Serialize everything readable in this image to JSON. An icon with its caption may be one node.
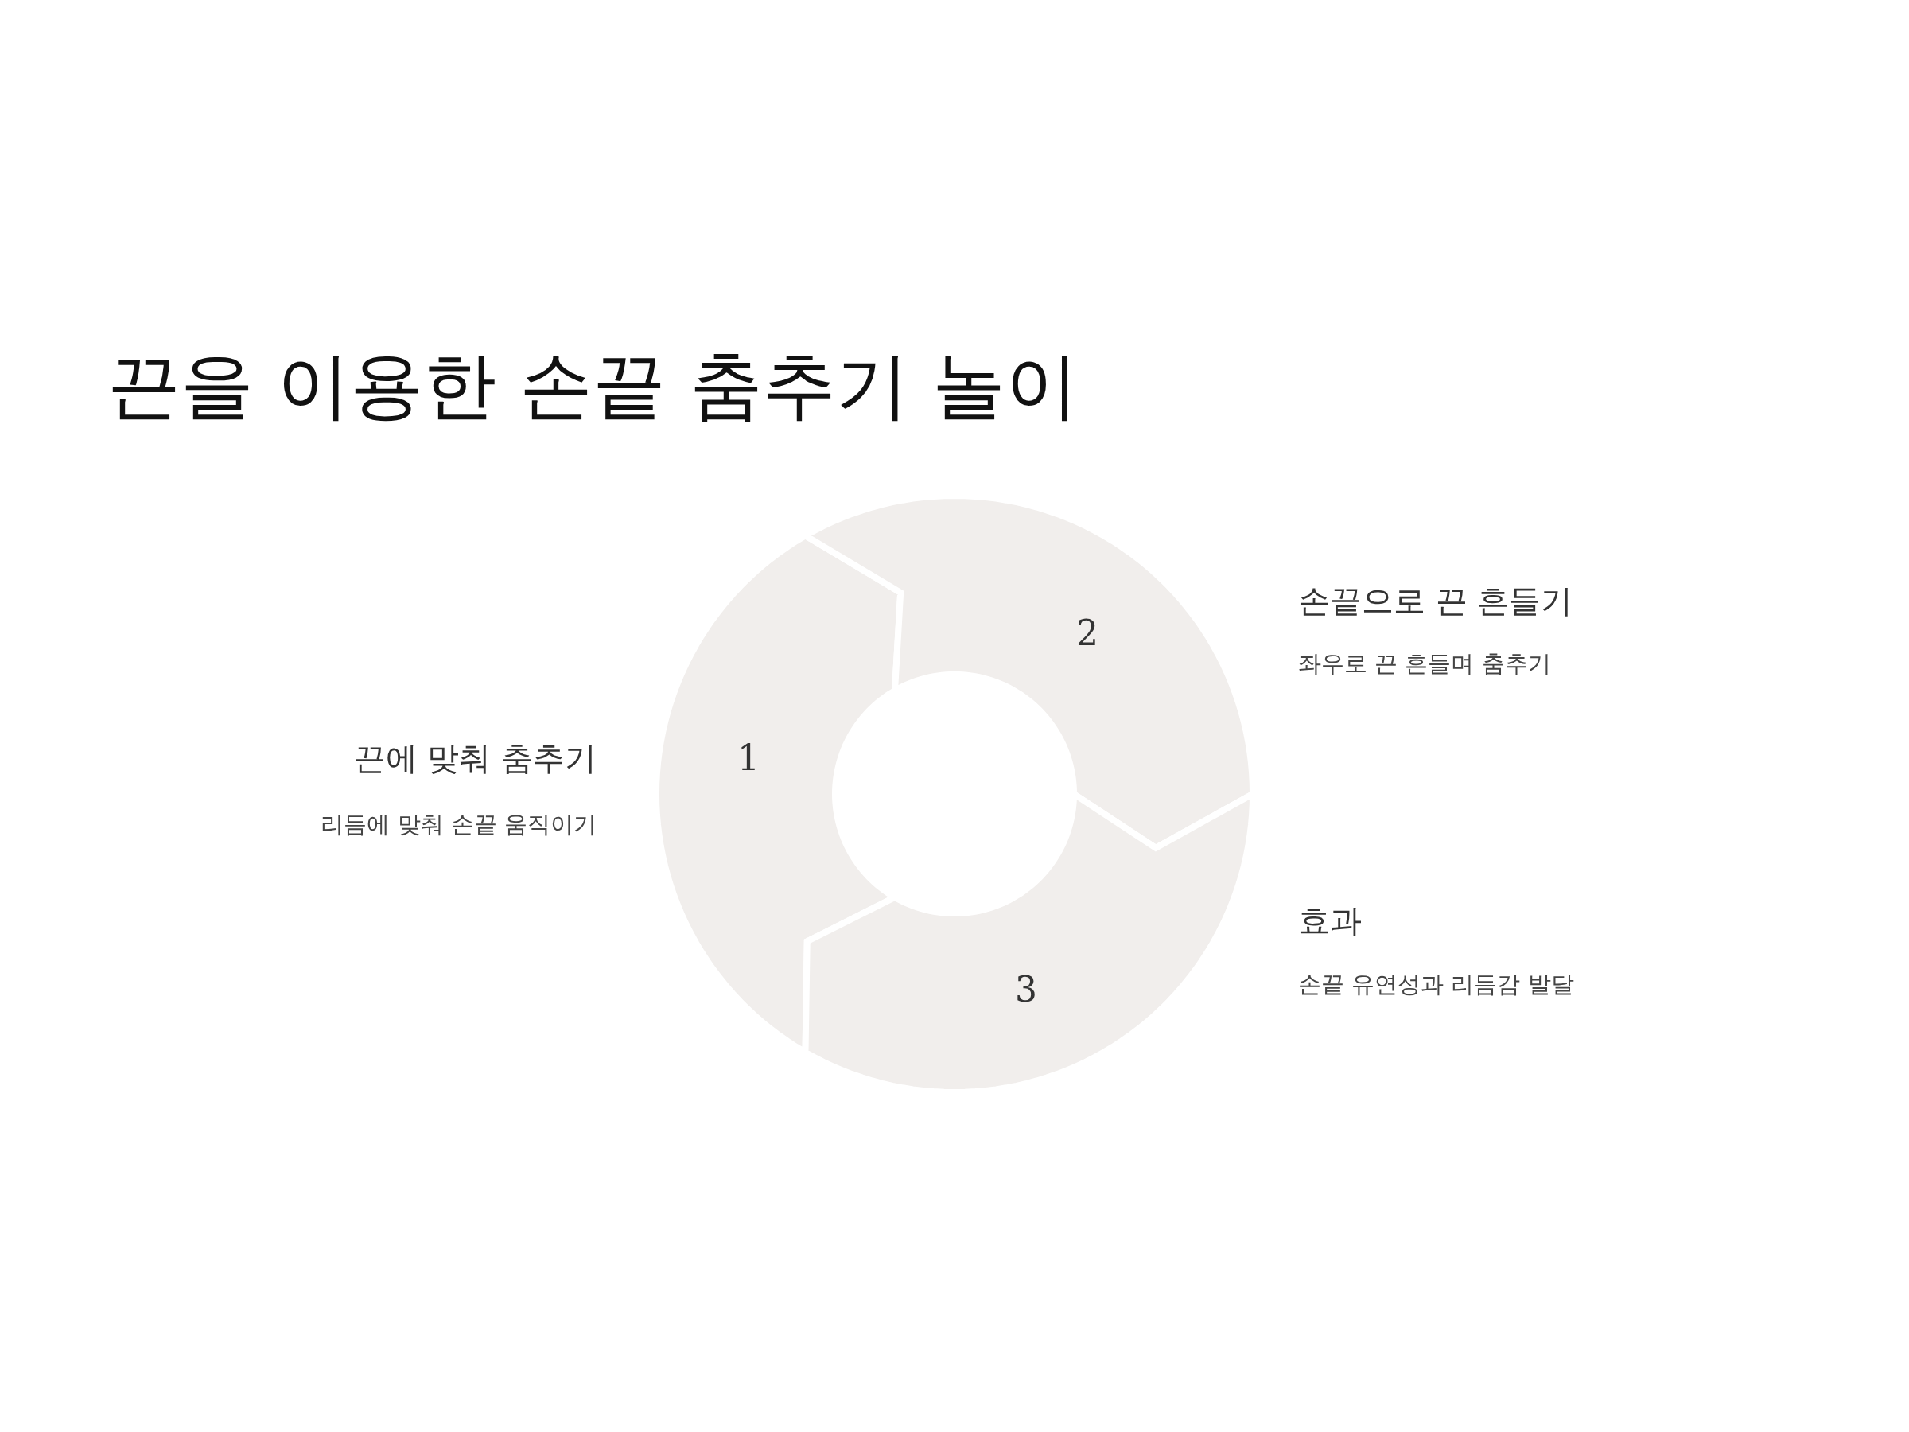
{
  "diagram": {
    "title": "끈을 이용한 손끝 춤추기 놀이",
    "nodes": [
      {
        "text": [
          "1"
        ],
        "beside": [
          "끈에 맞춰 춤추기",
          "리듬에 맞춰 손끝 움직이기"
        ]
      },
      {
        "text": [
          "2"
        ],
        "beside": [
          "손끝으로 끈 흔들기",
          "좌우로 끈 흔들며 춤추기"
        ]
      },
      {
        "text": [
          "3"
        ],
        "beside": [
          "효과",
          "손끝 유연성과 리듬감 발달"
        ]
      }
    ]
  }
}
